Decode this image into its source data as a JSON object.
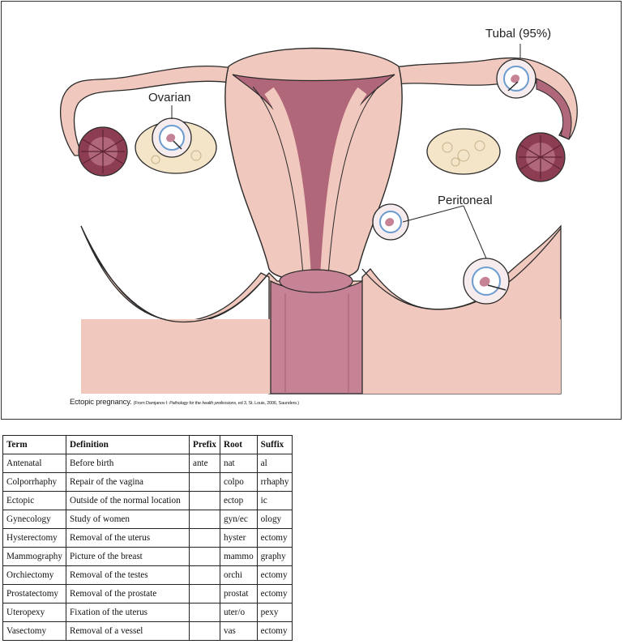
{
  "figure": {
    "labels": {
      "tubal": "Tubal (95%)",
      "ovarian": "Ovarian",
      "peritoneal": "Peritoneal"
    },
    "caption": {
      "title": "Ectopic pregnancy.",
      "source_prefix": "(From Damjanov I:",
      "source_book": "Pathology for the health professions,",
      "source_suffix": "ed 3, St. Louis, 2006, Saunders.)"
    },
    "colors": {
      "tissue": "#f1c8bd",
      "tissue_dark": "#b1677a",
      "ovary": "#f4e5c9",
      "fimbria": "#8d3d52",
      "outline": "#2a2a2a"
    }
  },
  "table": {
    "headers": [
      "Term",
      "Definition",
      "Prefix",
      "Root",
      "Suffix"
    ],
    "rows": [
      [
        "Antenatal",
        "Before birth",
        "ante",
        "nat",
        "al"
      ],
      [
        "Colporrhaphy",
        "Repair of the vagina",
        "",
        "colpo",
        "rrhaphy"
      ],
      [
        "Ectopic",
        "Outside of the normal location",
        "",
        "ectop",
        "ic"
      ],
      [
        "Gynecology",
        "Study of women",
        "",
        "gyn/ec",
        "ology"
      ],
      [
        "Hysterectomy",
        "Removal of the uterus",
        "",
        "hyster",
        "ectomy"
      ],
      [
        "Mammography",
        "Picture of the breast",
        "",
        "mammo",
        "graphy"
      ],
      [
        "Orchiectomy",
        "Removal of the testes",
        "",
        "orchi",
        "ectomy"
      ],
      [
        "Prostatectomy",
        "Removal of the prostate",
        "",
        "prostat",
        "ectomy"
      ],
      [
        "Uteropexy",
        "Fixation of the uterus",
        "",
        "uter/o",
        "pexy"
      ],
      [
        "Vasectomy",
        "Removal of a vessel",
        "",
        "vas",
        "ectomy"
      ]
    ]
  }
}
